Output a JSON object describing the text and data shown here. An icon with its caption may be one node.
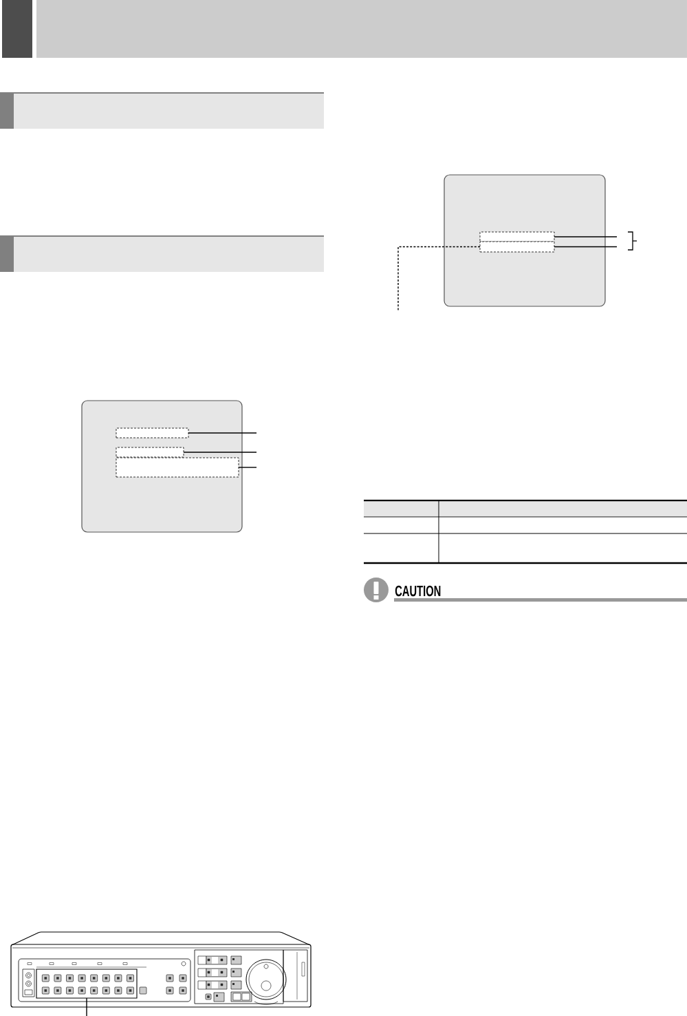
{
  "diagram": {
    "nodes": [
      {
        "text": [],
        "shape": "box"
      },
      {
        "text": [],
        "shape": "box",
        "in": 0
      },
      {
        "text": [],
        "shape": "box",
        "in": 0
      },
      {
        "text": [],
        "shape": "box",
        "in": 0
      },
      {
        "text": [],
        "shape": "box"
      },
      {
        "text": [],
        "shape": "box",
        "in": 4
      },
      {
        "text": [],
        "shape": "box",
        "in": 4
      },
      {
        "text": [],
        "shape": "picture"
      },
      {
        "text": [],
        "shape": "box",
        "in": 7
      }
    ],
    "edges": [
      {
        "from": 1,
        "to": null,
        "arrow": "none"
      },
      {
        "from": 2,
        "to": null,
        "arrow": "none"
      },
      {
        "from": 3,
        "to": null,
        "arrow": "none"
      },
      {
        "from": 5,
        "to": null,
        "arrow": "none"
      },
      {
        "from": 6,
        "to": null,
        "arrow": "none"
      },
      {
        "from": 6,
        "to": null,
        "arrow": "none",
        "style": "dashed"
      },
      {
        "from": 8,
        "to": null,
        "arrow": "none"
      }
    ],
    "labels": [
      "CAUTION"
    ]
  }
}
